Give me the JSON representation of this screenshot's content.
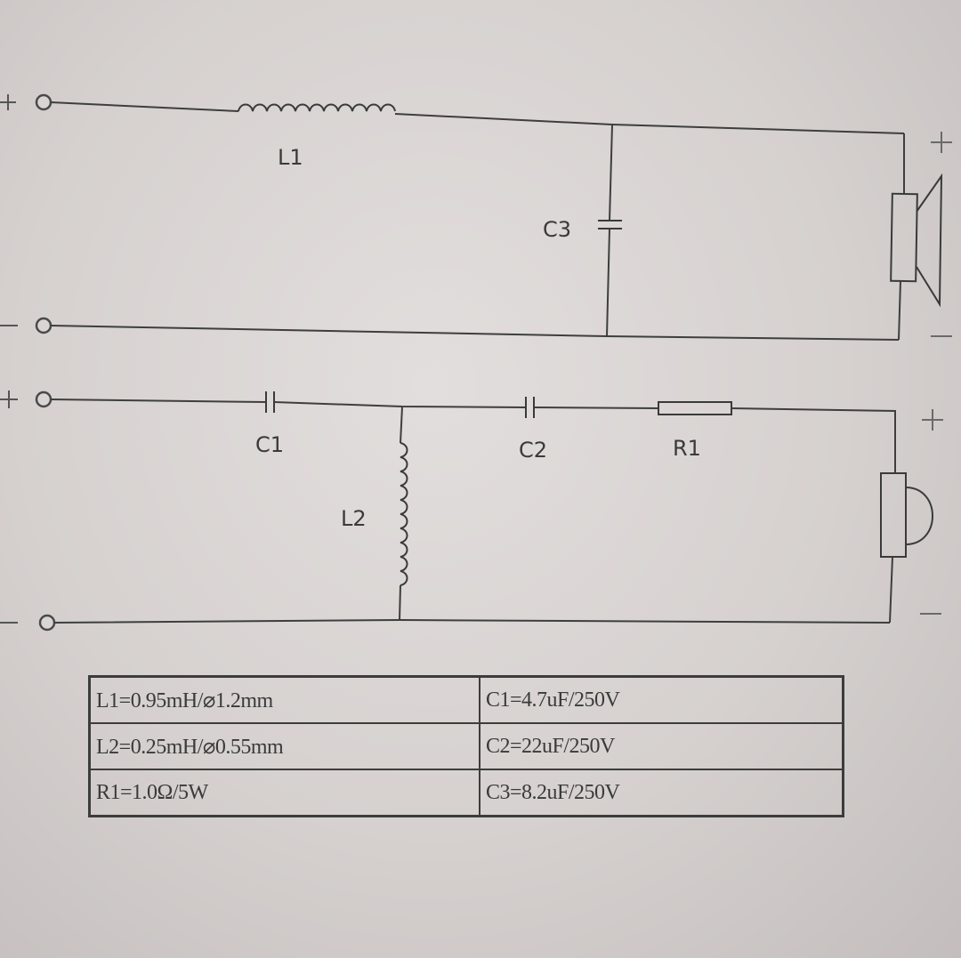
{
  "labels": {
    "L1": "L1",
    "C3": "C3",
    "C1": "C1",
    "L2": "L2",
    "C2": "C2",
    "R1": "R1"
  },
  "specs_table": {
    "rows": [
      {
        "left": "L1=0.95mH/⌀1.2mm",
        "right": "C1=4.7uF/250V"
      },
      {
        "left": "L2=0.25mH/⌀0.55mm",
        "right": "C2=22uF/250V"
      },
      {
        "left": "R1=1.0Ω/5W",
        "right": "C3=8.2uF/250V"
      }
    ]
  }
}
